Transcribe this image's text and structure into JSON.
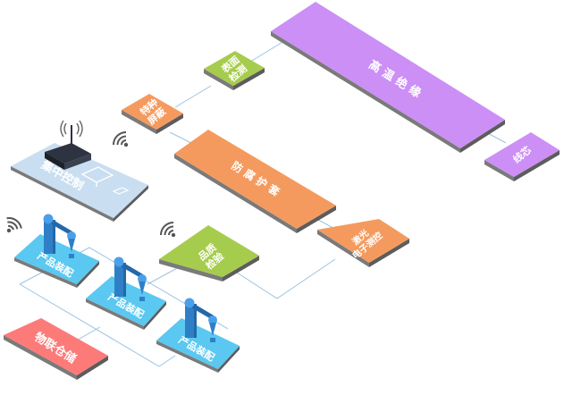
{
  "diagram": {
    "colors": {
      "purple": "#cc8ff5",
      "orange": "#f59a5e",
      "green": "#a6cc4e",
      "blue": "#5ac8f0",
      "red": "#fc7a78",
      "control": "#c9def0",
      "side": "#6b6b6b",
      "line": "#9cc3e0",
      "robot": "#2f7fc6",
      "wifi": "#555555"
    },
    "nodes": [
      {
        "id": "high-temp-insulation",
        "label": "高 温 绝 缘",
        "color": "purple"
      },
      {
        "id": "wire-core",
        "label": "线芯",
        "color": "purple"
      },
      {
        "id": "surface-inspection",
        "label": "表面\n检测",
        "color": "green"
      },
      {
        "id": "special-shielding",
        "label": "特种\n屏蔽",
        "color": "orange"
      },
      {
        "id": "anticorrosion-sheath",
        "label": "防 腐 护 套",
        "color": "orange"
      },
      {
        "id": "laser-electronic-monitoring",
        "label": "激光\n电子测控",
        "color": "orange"
      },
      {
        "id": "quality-inspection",
        "label": "品质\n检验",
        "color": "green"
      },
      {
        "id": "central-control",
        "label": "集中控制",
        "color": "control"
      },
      {
        "id": "product-assembly-1",
        "label": "产品装配",
        "color": "blue"
      },
      {
        "id": "product-assembly-2",
        "label": "产品装配",
        "color": "blue"
      },
      {
        "id": "product-assembly-3",
        "label": "产品装配",
        "color": "blue"
      },
      {
        "id": "iot-warehouse",
        "label": "物联仓储",
        "color": "red"
      }
    ]
  }
}
